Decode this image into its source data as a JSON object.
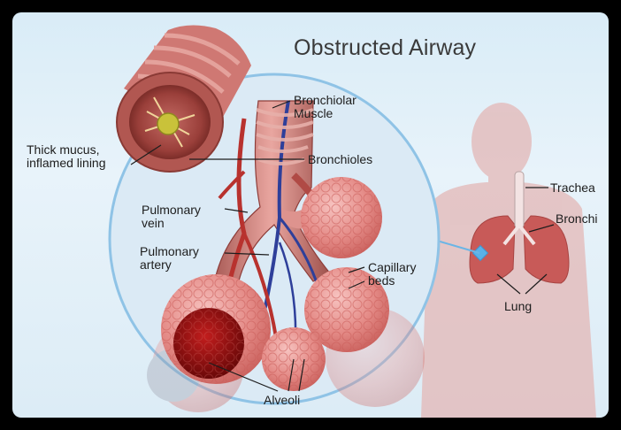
{
  "title": "Obstructed Airway",
  "labels": {
    "thick_mucus": "Thick mucus,\ninflamed lining",
    "bronchiolar_muscle": "Bronchiolar\nMuscle",
    "bronchioles": "Bronchioles",
    "pulmonary_vein": "Pulmonary\nvein",
    "pulmonary_artery": "Pulmonary\nartery",
    "capillary_beds": "Capillary\nbeds",
    "alveoli": "Alveoli",
    "trachea": "Trachea",
    "bronchi": "Bronchi",
    "lung": "Lung"
  },
  "colors": {
    "background": "#dcecf6",
    "tissue": "#e8928f",
    "vein": "#2e3f9a",
    "artery": "#b8322e",
    "mucus": "#c9c23a",
    "silhouette": "#e3b7b6",
    "magnifier_ring": "#8fc3e6"
  }
}
